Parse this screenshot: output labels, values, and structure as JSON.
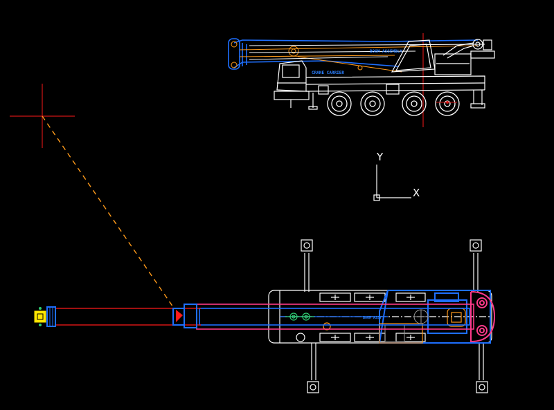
{
  "drawing": {
    "background": "#000000",
    "colors": {
      "red": "#ff1a1a",
      "white": "#ffffff",
      "blue": "#1e6fff",
      "orange": "#ff9a1a",
      "magenta": "#ff3a8a",
      "yellow": "#ffe600",
      "green": "#2ecc71",
      "gray": "#9a9a9a"
    },
    "ucs_icon": {
      "x_label": "X",
      "y_label": "Y"
    },
    "side_view": {
      "boom_text": "BOOM ASSEMBLY",
      "cab_text": "CRANE CARRIER"
    },
    "top_view": {
      "boom_text": "BOOM ASSY"
    }
  }
}
